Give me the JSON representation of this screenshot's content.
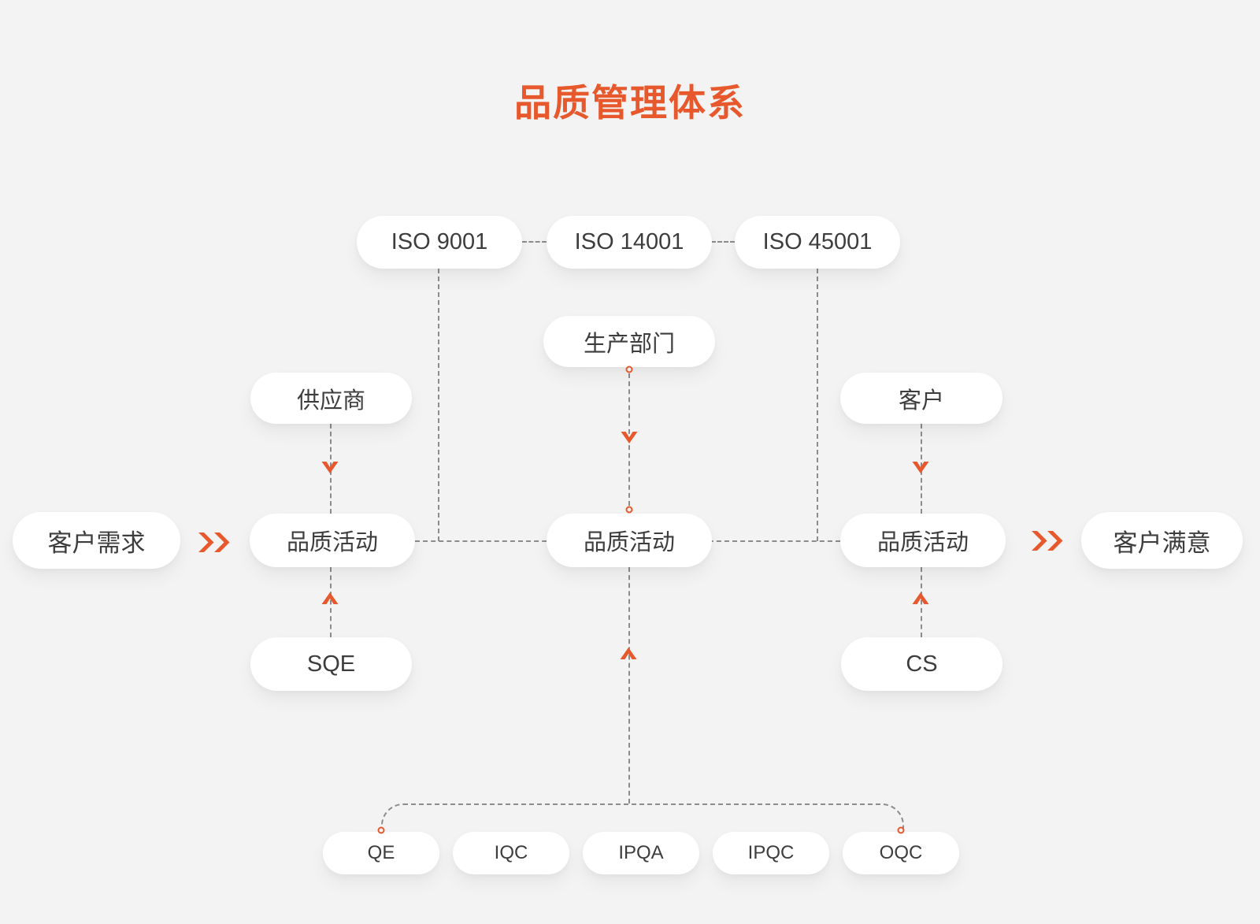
{
  "title": {
    "text": "品质管理体系"
  },
  "colors": {
    "background": "#F3F3F4",
    "accent_orange": "#E7592C",
    "pill_background": "#FFFFFF",
    "pill_text": "#3D3D3D",
    "connector_gray": "#8C8C8C"
  },
  "nodes": {
    "iso_9001": "ISO 9001",
    "iso_14001": "ISO 14001",
    "iso_45001": "ISO 45001",
    "production_dept": "生产部门",
    "supplier": "供应商",
    "customer": "客户",
    "customer_needs": "客户需求",
    "quality_activity_left": "品质活动",
    "quality_activity_center": "品质活动",
    "quality_activity_right": "品质活动",
    "customer_satisfaction": "客户满意",
    "sqe": "SQE",
    "cs": "CS",
    "qe": "QE",
    "iqc": "IQC",
    "ipqa": "IPQA",
    "ipqc": "IPQC",
    "oqc": "OQC"
  }
}
